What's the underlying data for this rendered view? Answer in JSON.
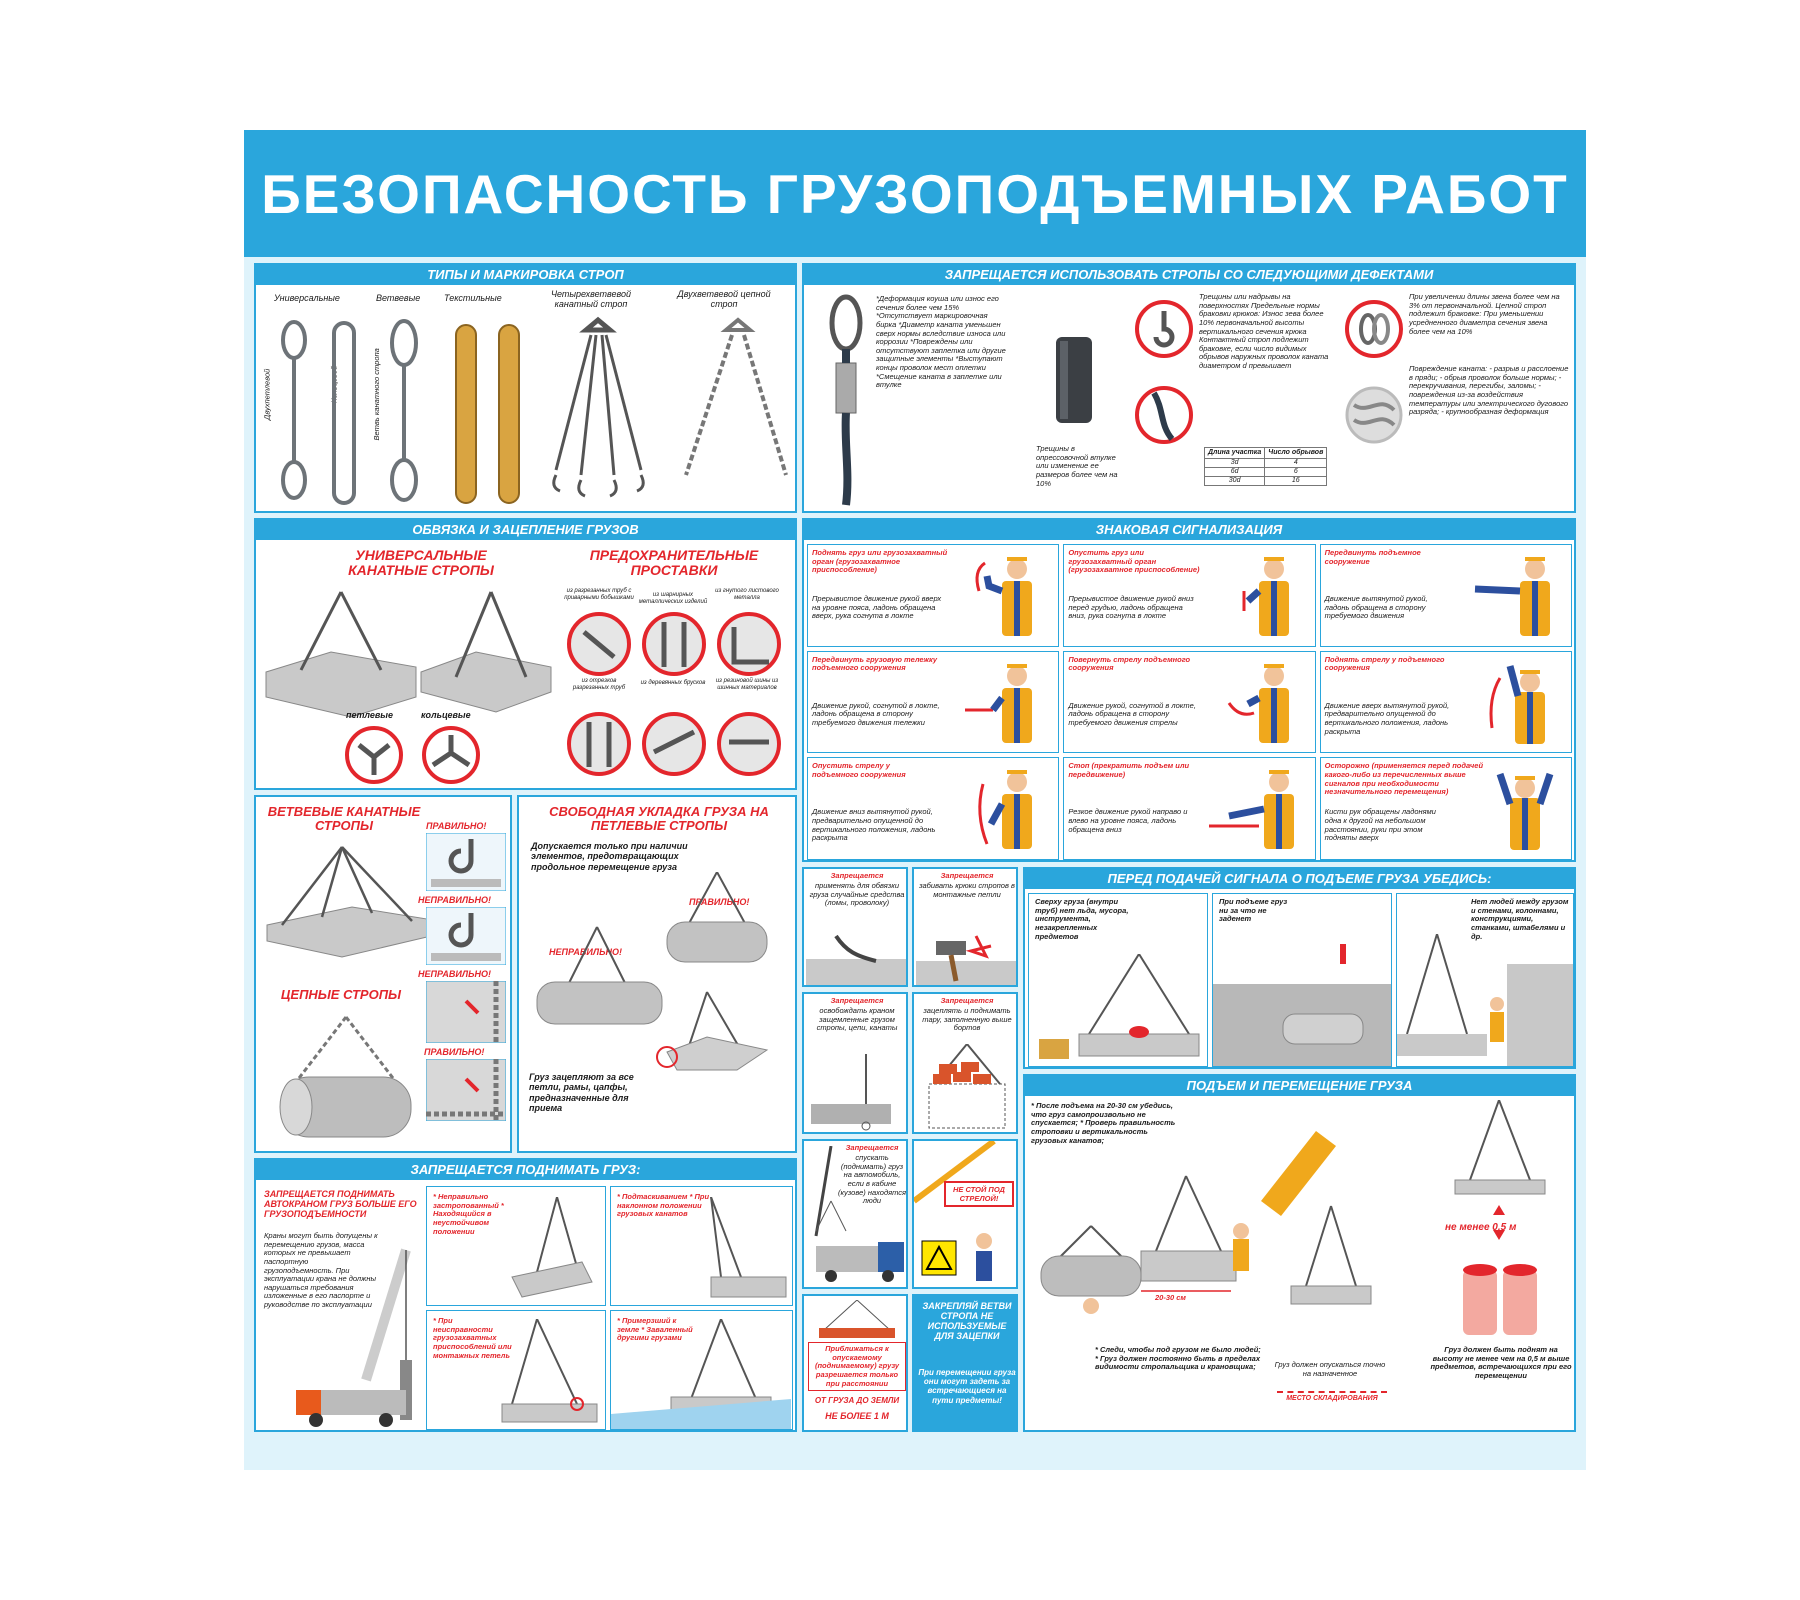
{
  "title": "БЕЗОПАСНОСТЬ ГРУЗОПОДЪЕМНЫХ РАБОТ",
  "sections": {
    "types": {
      "head": "ТИПЫ И МАРКИРОВКА СТРОП",
      "labels": [
        "Универсальные",
        "Ветвевые",
        "Текстильные",
        "Четырехветвевой канатный строп",
        "Двухветвевой цепной строп"
      ],
      "vert": [
        "Двухпетлевой",
        "Кольцевой",
        "Ветвь канатного стропа"
      ]
    },
    "defects": {
      "head": "ЗАПРЕЩАЕТСЯ ИСПОЛЬЗОВАТЬ СТРОПЫ СО СЛЕДУЮЩИМИ ДЕФЕКТАМИ",
      "col1": "*Деформация коуша или износ его сечения более чем 15% *Отсутствует маркировочная бирка *Диаметр каната уменьшен сверх нормы вследствие износа или коррозии *Повреждены или отсутствуют заплетка или другие защитные элементы *Выступают концы проволок мест оплетки *Смещение каната в заплетке или втулке",
      "col2": "Трещины в опрессовочной втулке или изменение ее размеров более чем на 10%",
      "col3": "Трещины или надрывы на поверхностях Предельные нормы браковки крюков: Износ зева более 10% первоначальной высоты вертикального сечения крюка Контактный строп подлежит браковке, если число видимых обрывов наружных проволок каната диаметром d превышает",
      "table_head": [
        "Длина участка",
        "Число обрывов"
      ],
      "table_rows": [
        [
          "3d",
          "4"
        ],
        [
          "6d",
          "6"
        ],
        [
          "30d",
          "16"
        ]
      ],
      "col4": "При увеличении длины звена более чем на 3% от первоначальной. Цепной строп подлежит браковке: При уменьшении усредненного диаметра сечения звена более чем на 10%",
      "col4b": "Повреждение каната: - разрыв и расслоение в пряди; - обрыв проволок больше нормы; - перекручивания, перегибы, заломы; - повреждения из-за воздействия температуры или электрического дугового разряда; - крупнообразная деформация"
    },
    "binding": {
      "head": "ОБВЯЗКА И ЗАЦЕПЛЕНИЕ ГРУЗОВ",
      "left_title": "УНИВЕРСАЛЬНЫЕ КАНАТНЫЕ СТРОПЫ",
      "right_title": "ПРЕДОХРАНИТЕЛЬНЫЕ ПРОСТАВКИ",
      "left_labels": [
        "петлевые",
        "кольцевые"
      ],
      "spacers": [
        "из разрезанных труб с приварными бобышками",
        "из шарнирных металлических изделий",
        "из гнутого листового металла",
        "из отрезков разрезанных труб",
        "из деревянных брусков",
        "из резиновой шины из шинных материалов"
      ]
    },
    "signals": {
      "head": "ЗНАКОВАЯ СИГНАЛИЗАЦИЯ",
      "cells": [
        {
          "title": "Поднять груз или грузозахватный орган (грузозахватное приспособление)",
          "text": "Прерывистое движение рукой вверх на уровне пояса, ладонь обращена вверх, рука согнута в локте"
        },
        {
          "title": "Опустить груз или грузозахватный орган (грузозахватное приспособление)",
          "text": "Прерывистое движение рукой вниз перед грудью, ладонь обращена вниз, рука согнута в локте"
        },
        {
          "title": "Передвинуть подъемное сооружение",
          "text": "Движение вытянутой рукой, ладонь обращена в сторону требуемого движения"
        },
        {
          "title": "Передвинуть грузовую тележку подъемного сооружения",
          "text": "Движение рукой, согнутой в локте, ладонь обращена в сторону требуемого движения тележки"
        },
        {
          "title": "Повернуть стрелу подъемного сооружения",
          "text": "Движение рукой, согнутой в локте, ладонь обращена в сторону требуемого движения стрелы"
        },
        {
          "title": "Поднять стрелу у подъемного сооружения",
          "text": "Движение вверх вытянутой рукой, предварительно опущенной до вертикального положения, ладонь раскрыта"
        },
        {
          "title": "Опустить стрелу у подъемного сооружения",
          "text": "Движение вниз вытянутой рукой, предварительно опущенной до вертикального положения, ладонь раскрыта"
        },
        {
          "title": "Стоп (прекратить подъем или передвижение)",
          "text": "Резкое движение рукой направо и влево на уровне пояса, ладонь обращена вниз"
        },
        {
          "title": "Осторожно (применяется перед подачей какого-либо из перечисленных выше сигналов при необходимости незначительного перемещения)",
          "text": "Кисти рук обращены ладонями одна к другой на небольшом расстоянии, руки при этом подняты вверх"
        }
      ]
    },
    "branch": {
      "title1": "ВЕТВЕВЫЕ КАНАТНЫЕ СТРОПЫ",
      "title2": "ЦЕПНЫЕ СТРОПЫ",
      "marks": [
        "ПРАВИЛЬНО!",
        "НЕПРАВИЛЬНО!",
        "НЕПРАВИЛЬНО!",
        "ПРАВИЛЬНО!"
      ]
    },
    "free": {
      "title": "СВОБОДНАЯ УКЛАДКА ГРУЗА НА ПЕТЛЕВЫЕ СТРОПЫ",
      "text": "Допускается только при наличии элементов, предотвращающих продольное перемещение груза",
      "wrong": "НЕПРАВИЛЬНО!",
      "right": "ПРАВИЛЬНО!",
      "text2": "Груз зацепляют за все петли, рамы, цапфы, предназначенные для приема"
    },
    "prohib_small": [
      {
        "title": "Запрещается",
        "text": "применять для обвязки груза случайные средства (ломы, проволоку)"
      },
      {
        "title": "Запрещается",
        "text": "забивать крюки стропов в монтажные петли"
      },
      {
        "title": "Запрещается",
        "text": "освобождать краном защемленные грузом стропы, цепи, канаты"
      },
      {
        "title": "Запрещается",
        "text": "зацеплять и поднимать тару, заполненную выше бортов"
      },
      {
        "title": "Запрещается",
        "text": "спускать (поднимать) груз на автомобиль, если в кабине (кузове) находятся люди"
      }
    ],
    "no_stand": "НЕ СТОЙ ПОД СТРЕЛОЙ!",
    "approach": {
      "text": "Приближаться к опускаемому (поднимаемому) грузу разрешается только при расстоянии",
      "from": "ОТ ГРУЗА ДО ЗЕМЛИ",
      "value": "НЕ БОЛЕЕ 1 М"
    },
    "fasten": {
      "title": "ЗАКРЕПЛЯЙ ВЕТВИ СТРОПА НЕ ИСПОЛЬЗУЕМЫЕ ДЛЯ ЗАЦЕПКИ",
      "text": "При перемещении груза они могут задеть за встречающиеся на пути предметы!"
    },
    "before_signal": {
      "head": "ПЕРЕД ПОДАЧЕЙ СИГНАЛА О ПОДЪЕМЕ ГРУЗА УБЕДИСЬ:",
      "items": [
        "Сверху груза (внутри труб) нет льда, мусора, инструмента, незакрепленных предметов",
        "При подъеме груз ни за что не заденет",
        "Нет людей между грузом и стенами, колоннами, конструкциями, станками, штабелями и др."
      ]
    },
    "lifting": {
      "head": "ПОДЪЕМ И ПЕРЕМЕЩЕНИЕ ГРУЗА",
      "text1": "* После подъема на 20-30 см убедись, что груз самопроизвольно не спускается; * Проверь правильность строповки и вертикальность грузовых канатов;",
      "dim": "20-30 см",
      "text2": "* Следи, чтобы под грузом не было людей; * Груз должен постоянно быть в пределах видимости стропальщика и крановщика;",
      "text3": "Груз должен опускаться точно на назначенное",
      "place": "МЕСТО СКЛАДИРОВАНИЯ",
      "min": "не менее 0,5 м",
      "text4": "Груз должен быть поднят на высоту не менее чем на 0,5 м выше предметов, встречающихся при его перемещении"
    },
    "cannot_lift": {
      "head": "ЗАПРЕЩАЕТСЯ ПОДНИМАТЬ ГРУЗ:",
      "title": "ЗАПРЕЩАЕТСЯ ПОДНИМАТЬ АВТОКРАНОМ ГРУЗ БОЛЬШЕ ЕГО ГРУЗОПОДЪЕМНОСТИ",
      "text": "Краны могут быть допущены к перемещению грузов, масса которых не превышает паспортную грузоподъемность. При эксплуатации крана не должны нарушаться требования изложенные в его паспорте и руководстве по эксплуатации",
      "cells": [
        "* Неправильно застропованный * Находящийся в неустойчивом положении",
        "* Подтаскиванием * При наклонном положении грузовых канатов",
        "* При неисправности грузозахватных приспособлений или монтажных петель",
        "* Примерзший к земле * Заваленный другими грузами"
      ]
    }
  },
  "colors": {
    "accent": "#2aa6dc",
    "red": "#e3262c",
    "vest": "#f0a81c",
    "steel": "#8a8f94",
    "concrete": "#c9c9c9"
  }
}
